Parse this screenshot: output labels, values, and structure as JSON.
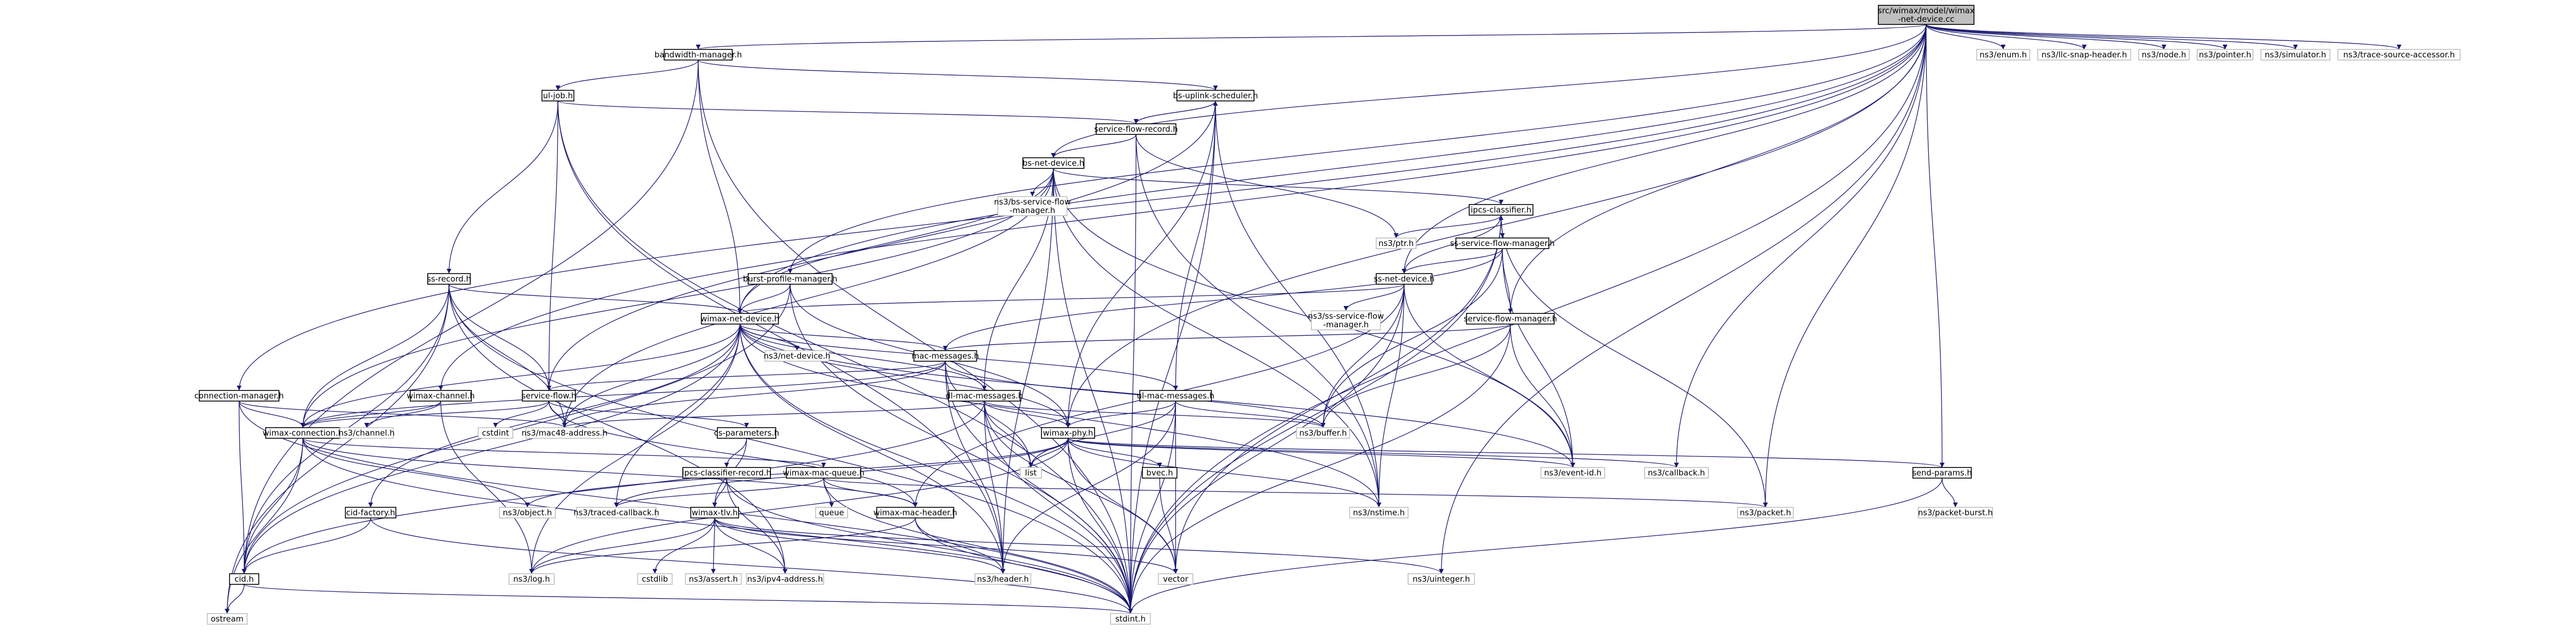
{
  "colors": {
    "edge": "#191970",
    "root_fill": "#bfbfbf",
    "node_border": "#000000",
    "external_border": "#bfbfbf"
  },
  "nodes": {
    "root": [
      "src/wimax/model/wimax",
      "-net-device.cc"
    ],
    "bandwidth_manager": [
      "bandwidth-manager.h"
    ],
    "bs_uplink_scheduler": [
      "bs-uplink-scheduler.h"
    ],
    "ul_job": [
      "ul-job.h"
    ],
    "service_flow_record": [
      "service-flow-record.h"
    ],
    "bs_net_device": [
      "bs-net-device.h"
    ],
    "bs_service_flow_manager": [
      "ns3/bs-service-flow",
      "-manager.h"
    ],
    "ipcs_classifier": [
      "ipcs-classifier.h"
    ],
    "ss_service_flow_manager": [
      "ss-service-flow-manager.h"
    ],
    "ss_net_device": [
      "ss-net-device.h"
    ],
    "ss_service_flow_manager_ext": [
      "ns3/ss-service-flow",
      "-manager.h"
    ],
    "service_flow_manager": [
      "service-flow-manager.h"
    ],
    "ss_record": [
      "ss-record.h"
    ],
    "burst_profile_manager": [
      "burst-profile-manager.h"
    ],
    "wimax_net_device": [
      "wimax-net-device.h"
    ],
    "net_device": [
      "ns3/net-device.h"
    ],
    "mac_messages": [
      "mac-messages.h"
    ],
    "service_flow": [
      "service-flow.h"
    ],
    "dl_mac_messages": [
      "dl-mac-messages.h"
    ],
    "ul_mac_messages": [
      "ul-mac-messages.h"
    ],
    "connection_manager": [
      "connection-manager.h"
    ],
    "wimax_channel": [
      "wimax-channel.h"
    ],
    "wimax_connection": [
      "wimax-connection.h"
    ],
    "cstdint": [
      "cstdint"
    ],
    "mac48_address": [
      "ns3/mac48-address.h"
    ],
    "channel": [
      "ns3/channel.h"
    ],
    "cs_parameters": [
      "cs-parameters.h"
    ],
    "wimax_phy": [
      "wimax-phy.h"
    ],
    "ipcs_classifier_record": [
      "ipcs-classifier-record.h"
    ],
    "wimax_mac_queue": [
      "wimax-mac-queue.h"
    ],
    "cid_factory": [
      "cid-factory.h"
    ],
    "wimax_tlv": [
      "wimax-tlv.h"
    ],
    "wimax_mac_header": [
      "wimax-mac-header.h"
    ],
    "bvec": [
      "bvec.h"
    ],
    "send_params": [
      "send-params.h"
    ],
    "cid": [
      "cid.h"
    ],
    "ostream": [
      "ostream"
    ],
    "object": [
      "ns3/object.h"
    ],
    "traced_callback": [
      "ns3/traced-callback.h"
    ],
    "queue": [
      "queue"
    ],
    "log": [
      "ns3/log.h"
    ],
    "cstdlib": [
      "cstdlib"
    ],
    "assert": [
      "ns3/assert.h"
    ],
    "ipv4_address": [
      "ns3/ipv4-address.h"
    ],
    "header": [
      "ns3/header.h"
    ],
    "vector": [
      "vector"
    ],
    "uinteger": [
      "ns3/uinteger.h"
    ],
    "stdint": [
      "stdint.h"
    ],
    "nstime": [
      "ns3/nstime.h"
    ],
    "packet": [
      "ns3/packet.h"
    ],
    "packet_burst": [
      "ns3/packet-burst.h"
    ],
    "event_id": [
      "ns3/event-id.h"
    ],
    "callback": [
      "ns3/callback.h"
    ],
    "buffer": [
      "ns3/buffer.h"
    ],
    "list": [
      "list"
    ],
    "ptr": [
      "ns3/ptr.h"
    ],
    "enum": [
      "ns3/enum.h"
    ],
    "llc_snap_header": [
      "ns3/llc-snap-header.h"
    ],
    "node": [
      "ns3/node.h"
    ],
    "pointer": [
      "ns3/pointer.h"
    ],
    "simulator": [
      "ns3/simulator.h"
    ],
    "trace_source_accessor": [
      "ns3/trace-source-accessor.h"
    ]
  }
}
